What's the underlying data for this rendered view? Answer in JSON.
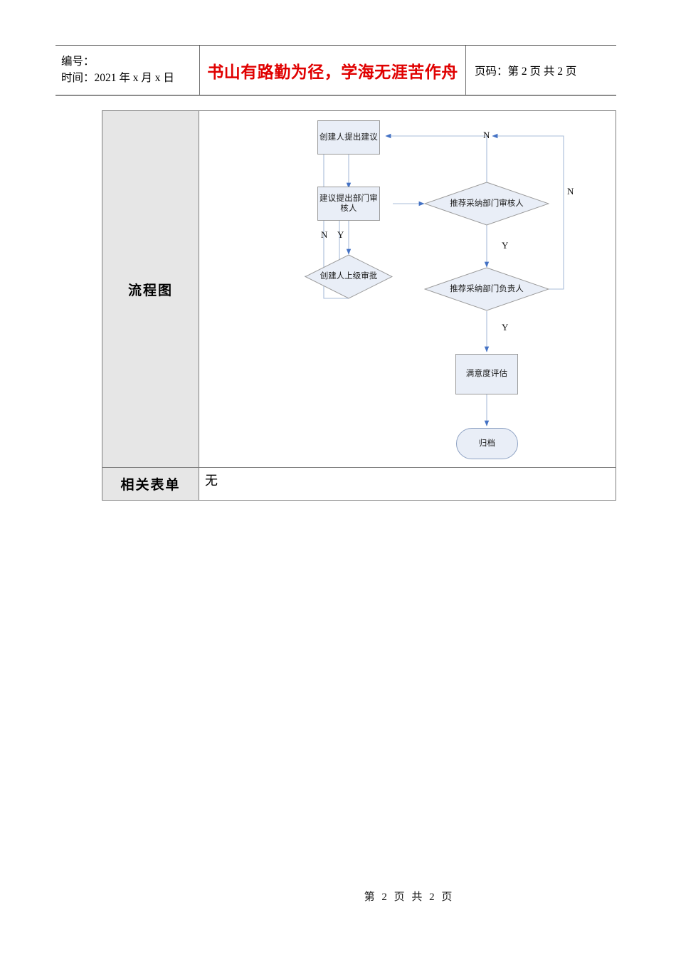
{
  "header": {
    "number_label": "编号：",
    "time_label": "时间：2021 年 x 月 x 日",
    "motto": "书山有路勤为径，学海无涯苦作舟",
    "page_info": "页码：第 2 页  共 2 页"
  },
  "table": {
    "rows": [
      {
        "label": "流程图",
        "value": ""
      },
      {
        "label": "相关表单",
        "value": "无"
      }
    ]
  },
  "flowchart": {
    "type": "flowchart",
    "nodes": [
      {
        "id": "n1",
        "shape": "rect",
        "text": "创建人提出建议"
      },
      {
        "id": "n2",
        "shape": "rect",
        "text": "建议提出部门审核人"
      },
      {
        "id": "n3",
        "shape": "diamond",
        "text": "创建人上级审批"
      },
      {
        "id": "n4",
        "shape": "diamond",
        "text": "推荐采纳部门审核人"
      },
      {
        "id": "n5",
        "shape": "diamond",
        "text": "推荐采纳部门负责人"
      },
      {
        "id": "n6",
        "shape": "rect",
        "text": "满意度评估"
      },
      {
        "id": "n7",
        "shape": "pill",
        "text": "归档"
      }
    ],
    "edge_labels": {
      "n3_no": "N",
      "n3_yes": "Y",
      "n4_no": "N",
      "n4_yes": "Y",
      "n5_no": "N",
      "n5_yes": "Y"
    },
    "edges": [
      {
        "from": "n1",
        "to": "n2",
        "label": ""
      },
      {
        "from": "n2",
        "to": "n3",
        "label": ""
      },
      {
        "from": "n3",
        "to": "n1",
        "label": "N"
      },
      {
        "from": "n3",
        "to": "n2",
        "label": "Y"
      },
      {
        "from": "n2",
        "to": "n4",
        "label": ""
      },
      {
        "from": "n4",
        "to": "n1",
        "label": "N"
      },
      {
        "from": "n4",
        "to": "n5",
        "label": "Y"
      },
      {
        "from": "n5",
        "to": "n1",
        "label": "N"
      },
      {
        "from": "n5",
        "to": "n6",
        "label": "Y"
      },
      {
        "from": "n6",
        "to": "n7",
        "label": ""
      }
    ]
  },
  "footer": {
    "page_text": "第 2 页  共 2 页"
  },
  "colors": {
    "node_fill": "#e9eef7",
    "node_stroke": "#9a9a9a",
    "connector": "#a8bcd8",
    "arrow": "#4472c4",
    "motto_red": "#e00000",
    "label_cell_bg": "#e6e6e6"
  }
}
